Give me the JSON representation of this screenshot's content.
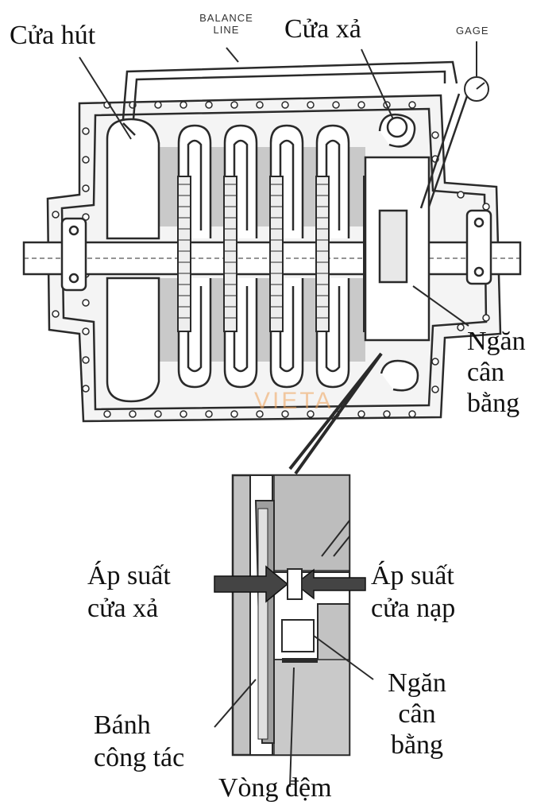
{
  "labels": {
    "suction": "Cửa hút",
    "balance_line": [
      "BALANCE",
      "LINE"
    ],
    "discharge": "Cửa xả",
    "gage": "GAGE",
    "balance_chamber_top": [
      "Ngăn",
      "cân",
      "bằng"
    ],
    "discharge_pressure": [
      "Áp suất",
      "cửa xả"
    ],
    "inlet_pressure": [
      "Áp suất",
      "cửa nạp"
    ],
    "balance_chamber_bottom": [
      "Ngăn",
      "cân",
      "bằng"
    ],
    "impeller": [
      "Bánh",
      "công tác"
    ],
    "seal_ring": "Vòng đệm"
  },
  "watermark": "VIETA",
  "colors": {
    "line": "#2a2a2a",
    "shade": "#b9b9b9",
    "light_shade": "#d6d6d6",
    "watermark": "#f0a45a"
  }
}
